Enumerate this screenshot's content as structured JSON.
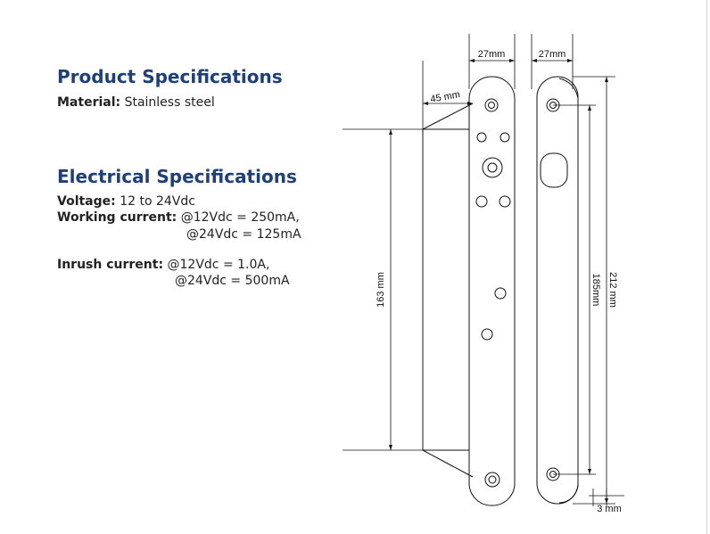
{
  "product": {
    "title": "Product Specifications",
    "material_label": "Material:",
    "material_value": " Stainless steel"
  },
  "electrical": {
    "title": "Electrical Specifications",
    "voltage_label": "Voltage:",
    "voltage_value": " 12 to 24Vdc",
    "working_label": "Working current:",
    "working_value_1": " @12Vdc = 250mA,",
    "working_value_2": "@24Vdc = 125mA",
    "inrush_label": "Inrush current:",
    "inrush_value_1": " @12Vdc = 1.0A,",
    "inrush_value_2": "@24Vdc = 500mA"
  },
  "dimensions": {
    "front_width": "27mm",
    "side_width": "27mm",
    "offset": "45 mm",
    "body_height": "163 mm",
    "hole_spacing": "185mm",
    "total_length": "212 mm",
    "thickness": "3 mm"
  }
}
